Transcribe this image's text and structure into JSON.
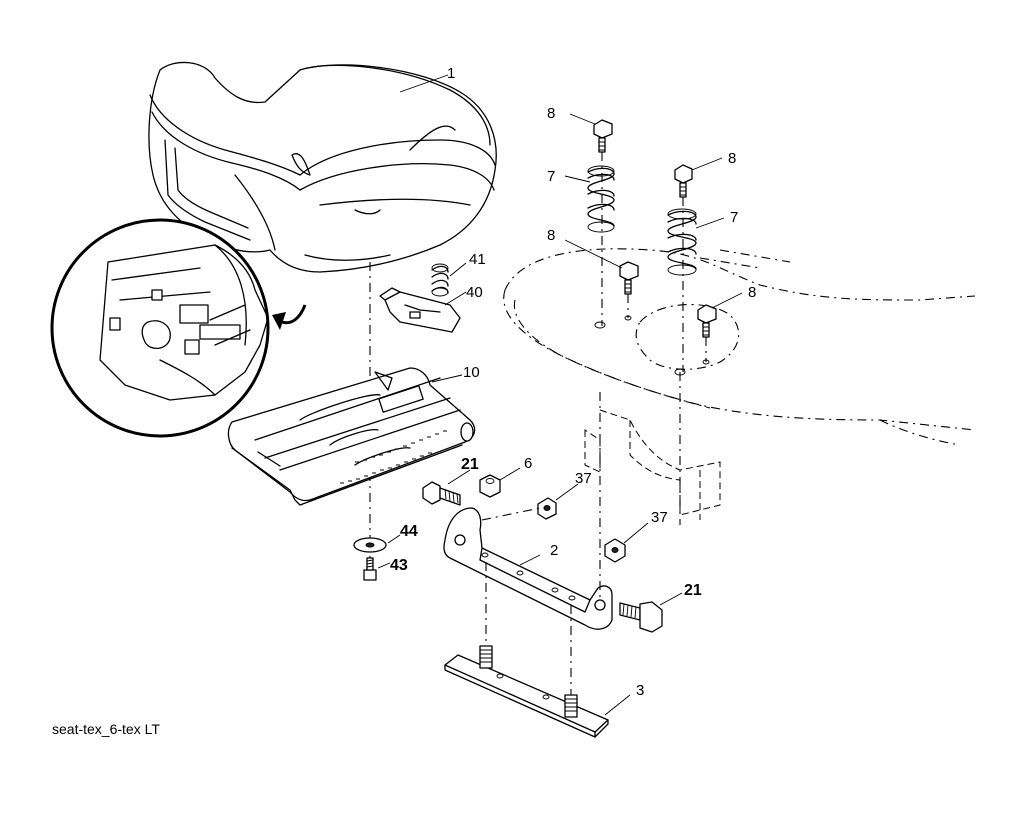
{
  "caption": "seat-tex_6-tex LT",
  "callouts": {
    "p1": "1",
    "p2": "2",
    "p3": "3",
    "p6": "6",
    "p7a": "7",
    "p7b": "7",
    "p8a": "8",
    "p8b": "8",
    "p8c": "8",
    "p8d": "8",
    "p10": "10",
    "p21a": "21",
    "p21b": "21",
    "p37a": "37",
    "p37b": "37",
    "p40": "40",
    "p41": "41",
    "p43": "43",
    "p44": "44"
  }
}
